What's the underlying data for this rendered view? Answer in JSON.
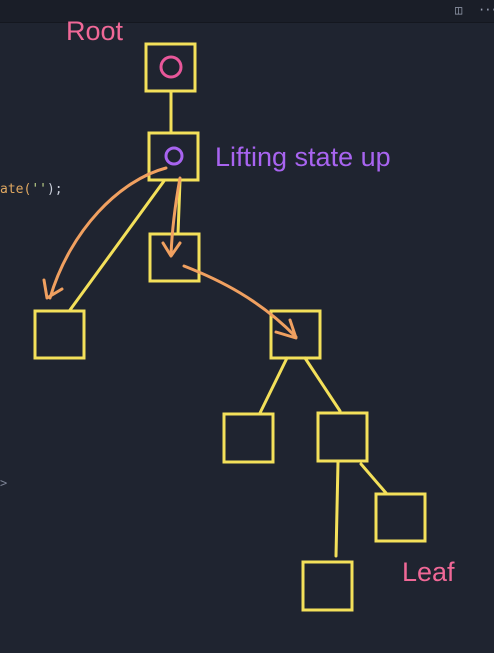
{
  "editor": {
    "code_line_fragment": "ate(",
    "code_string": "''",
    "code_line_end": ");",
    "code_line_fragment_2": ">",
    "split_icon": "split-editor-icon",
    "more_icon": "more-actions-icon",
    "split_glyph": "◫",
    "more_glyph": "···"
  },
  "labels": {
    "root": "Root",
    "lifting": "Lifting state up",
    "leaf": "Leaf"
  },
  "colors": {
    "background": "#1f2430",
    "tree": "#f3e05a",
    "arrow": "#f0a060",
    "root_label": "#f06897",
    "lift_label": "#a864f0"
  }
}
